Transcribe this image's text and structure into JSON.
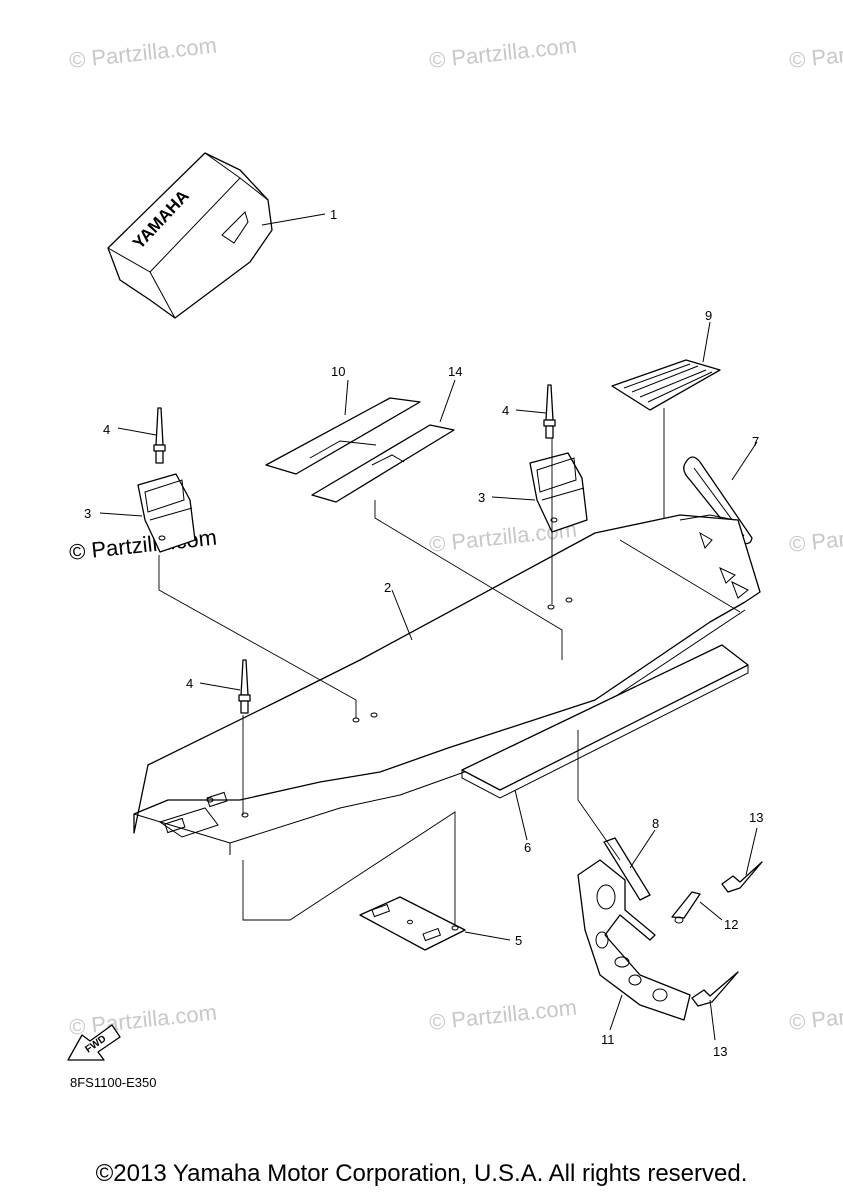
{
  "watermark": "© Partzilla.com",
  "callouts": {
    "c1": "1",
    "c2": "2",
    "c3a": "3",
    "c3b": "3",
    "c4a": "4",
    "c4b": "4",
    "c4c": "4",
    "c5": "5",
    "c6": "6",
    "c7": "7",
    "c8": "8",
    "c9": "9",
    "c10": "10",
    "c11": "11",
    "c12": "12",
    "c13a": "13",
    "c13b": "13",
    "c14": "14"
  },
  "cover_brand": "YAMAHA",
  "fwd_label": "FWD",
  "diagram_code": "8FS1100-E350",
  "copyright": "©2013 Yamaha Motor Corporation, U.S.A. All rights reserved."
}
